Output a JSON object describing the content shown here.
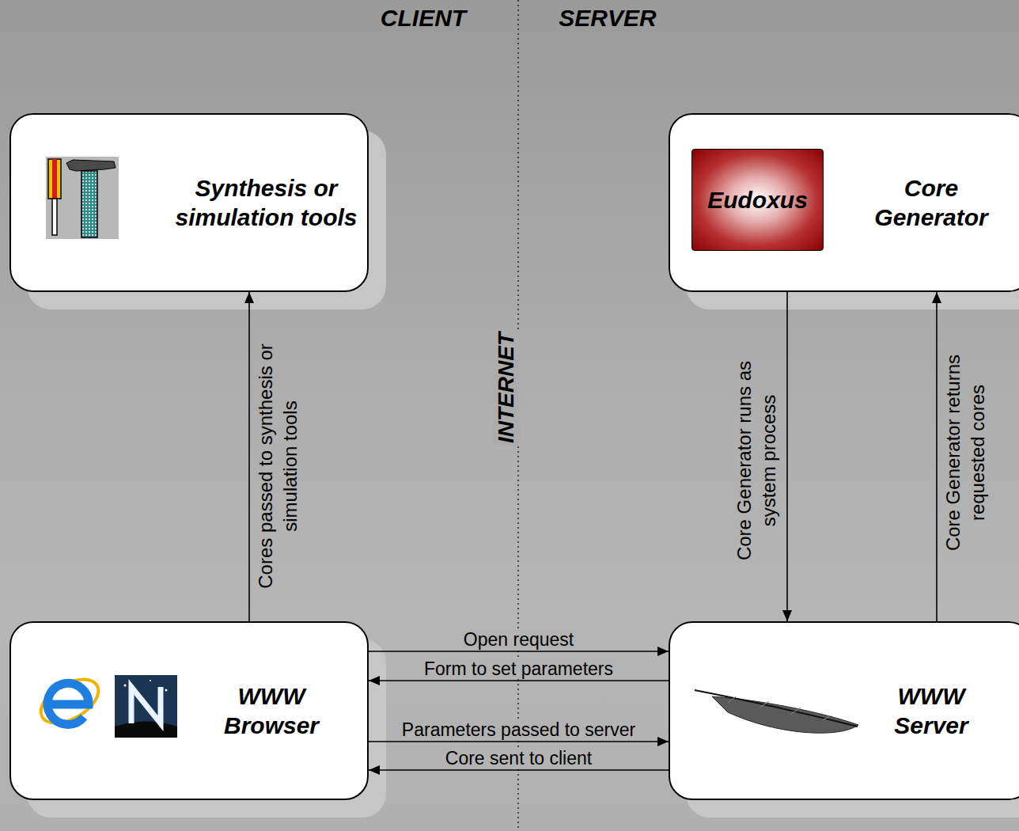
{
  "diagram": {
    "nodes": [
      {
        "text": [
          "Synthesis or simulation tools"
        ]
      },
      {
        "text": [
          "Core Generator"
        ]
      },
      {
        "text": [
          "Eudoxus"
        ],
        "in": 1
      },
      {
        "text": [
          "WWW Browser"
        ]
      },
      {
        "text": [
          "WWW Server"
        ]
      }
    ],
    "edges": [
      {
        "from": 3,
        "to": 0,
        "arrow": "to",
        "label": "Cores passed to synthesis or simulation tools"
      },
      {
        "from": 1,
        "to": 4,
        "arrow": "to",
        "label": "Core Generator runs as system process"
      },
      {
        "from": 4,
        "to": 1,
        "arrow": "to",
        "label": "Core Generator returns requested cores"
      },
      {
        "from": 3,
        "to": 4,
        "arrow": "to",
        "label": "Open request"
      },
      {
        "from": 4,
        "to": 3,
        "arrow": "to",
        "label": "Form to set parameters"
      },
      {
        "from": 3,
        "to": 4,
        "arrow": "to",
        "label": "Parameters passed to server"
      },
      {
        "from": 4,
        "to": 3,
        "arrow": "to",
        "label": "Core sent to client"
      }
    ],
    "labels": [
      "CLIENT",
      "SERVER",
      "INTERNET"
    ]
  }
}
